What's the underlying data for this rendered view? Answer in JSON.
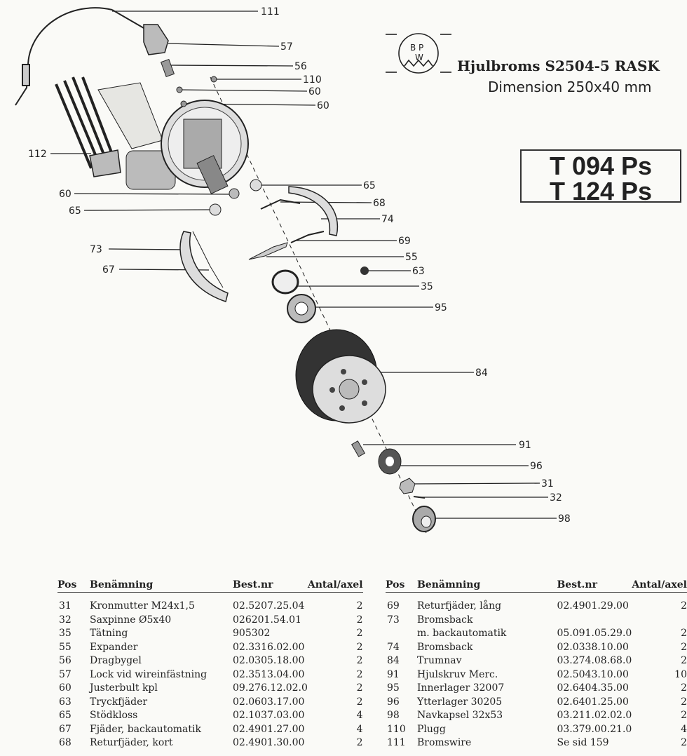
{
  "header": {
    "logo_text": "BPW",
    "title": "Hjulbroms S2504-5 RASK",
    "subtitle": "Dimension 250x40 mm",
    "models": [
      "T 094 Ps",
      "T 124 Ps"
    ]
  },
  "diagram_callouts": [
    "111",
    "57",
    "56",
    "110",
    "60",
    "60",
    "112",
    "60",
    "65",
    "65",
    "68",
    "74",
    "73",
    "69",
    "67",
    "55",
    "63",
    "35",
    "95",
    "84",
    "91",
    "96",
    "31",
    "32",
    "98"
  ],
  "table_headers": {
    "pos": "Pos",
    "name": "Benämning",
    "best_nr": "Best.nr",
    "qty": "Antal/axel"
  },
  "parts_left": [
    {
      "pos": "31",
      "name": "Kronmutter M24x1,5",
      "best_nr": "02.5207.25.04",
      "qty": "2"
    },
    {
      "pos": "32",
      "name": "Saxpinne Ø5x40",
      "best_nr": "026201.54.01",
      "qty": "2"
    },
    {
      "pos": "35",
      "name": "Tätning",
      "best_nr": "905302",
      "qty": "2"
    },
    {
      "pos": "55",
      "name": "Expander",
      "best_nr": "02.3316.02.00",
      "qty": "2"
    },
    {
      "pos": "56",
      "name": "Dragbygel",
      "best_nr": "02.0305.18.00",
      "qty": "2"
    },
    {
      "pos": "57",
      "name": "Lock vid wireinfästning",
      "best_nr": "02.3513.04.00",
      "qty": "2"
    },
    {
      "pos": "60",
      "name": "Justerbult kpl",
      "best_nr": "09.276.12.02.0",
      "qty": "2"
    },
    {
      "pos": "63",
      "name": "Tryckfjäder",
      "best_nr": "02.0603.17.00",
      "qty": "2"
    },
    {
      "pos": "65",
      "name": "Stödkloss",
      "best_nr": "02.1037.03.00",
      "qty": "4"
    },
    {
      "pos": "67",
      "name": "Fjäder, backautomatik",
      "best_nr": "02.4901.27.00",
      "qty": "4"
    },
    {
      "pos": "68",
      "name": "Returfjäder, kort",
      "best_nr": "02.4901.30.00",
      "qty": "2"
    }
  ],
  "parts_right": [
    {
      "pos": "69",
      "name": "Returfjäder, lång",
      "best_nr": "02.4901.29.00",
      "qty": "2"
    },
    {
      "pos": "73",
      "name": "Bromsback",
      "best_nr": "",
      "qty": ""
    },
    {
      "pos": "",
      "name": "m. backautomatik",
      "best_nr": "05.091.05.29.0",
      "qty": "2"
    },
    {
      "pos": "74",
      "name": "Bromsback",
      "best_nr": "02.0338.10.00",
      "qty": "2"
    },
    {
      "pos": "84",
      "name": "Trumnav",
      "best_nr": "03.274.08.68.0",
      "qty": "2"
    },
    {
      "pos": "91",
      "name": "Hjulskruv Merc.",
      "best_nr": "02.5043.10.00",
      "qty": "10"
    },
    {
      "pos": "95",
      "name": "Innerlager 32007",
      "best_nr": "02.6404.35.00",
      "qty": "2"
    },
    {
      "pos": "96",
      "name": "Ytterlager 30205",
      "best_nr": "02.6401.25.00",
      "qty": "2"
    },
    {
      "pos": "98",
      "name": "Navkapsel 32x53",
      "best_nr": "03.211.02.02.0",
      "qty": "2"
    },
    {
      "pos": "110",
      "name": "Plugg",
      "best_nr": "03.379.00.21.0",
      "qty": "4"
    },
    {
      "pos": "111",
      "name": "Bromswire",
      "best_nr": "Se sid 159",
      "qty": "2"
    }
  ]
}
